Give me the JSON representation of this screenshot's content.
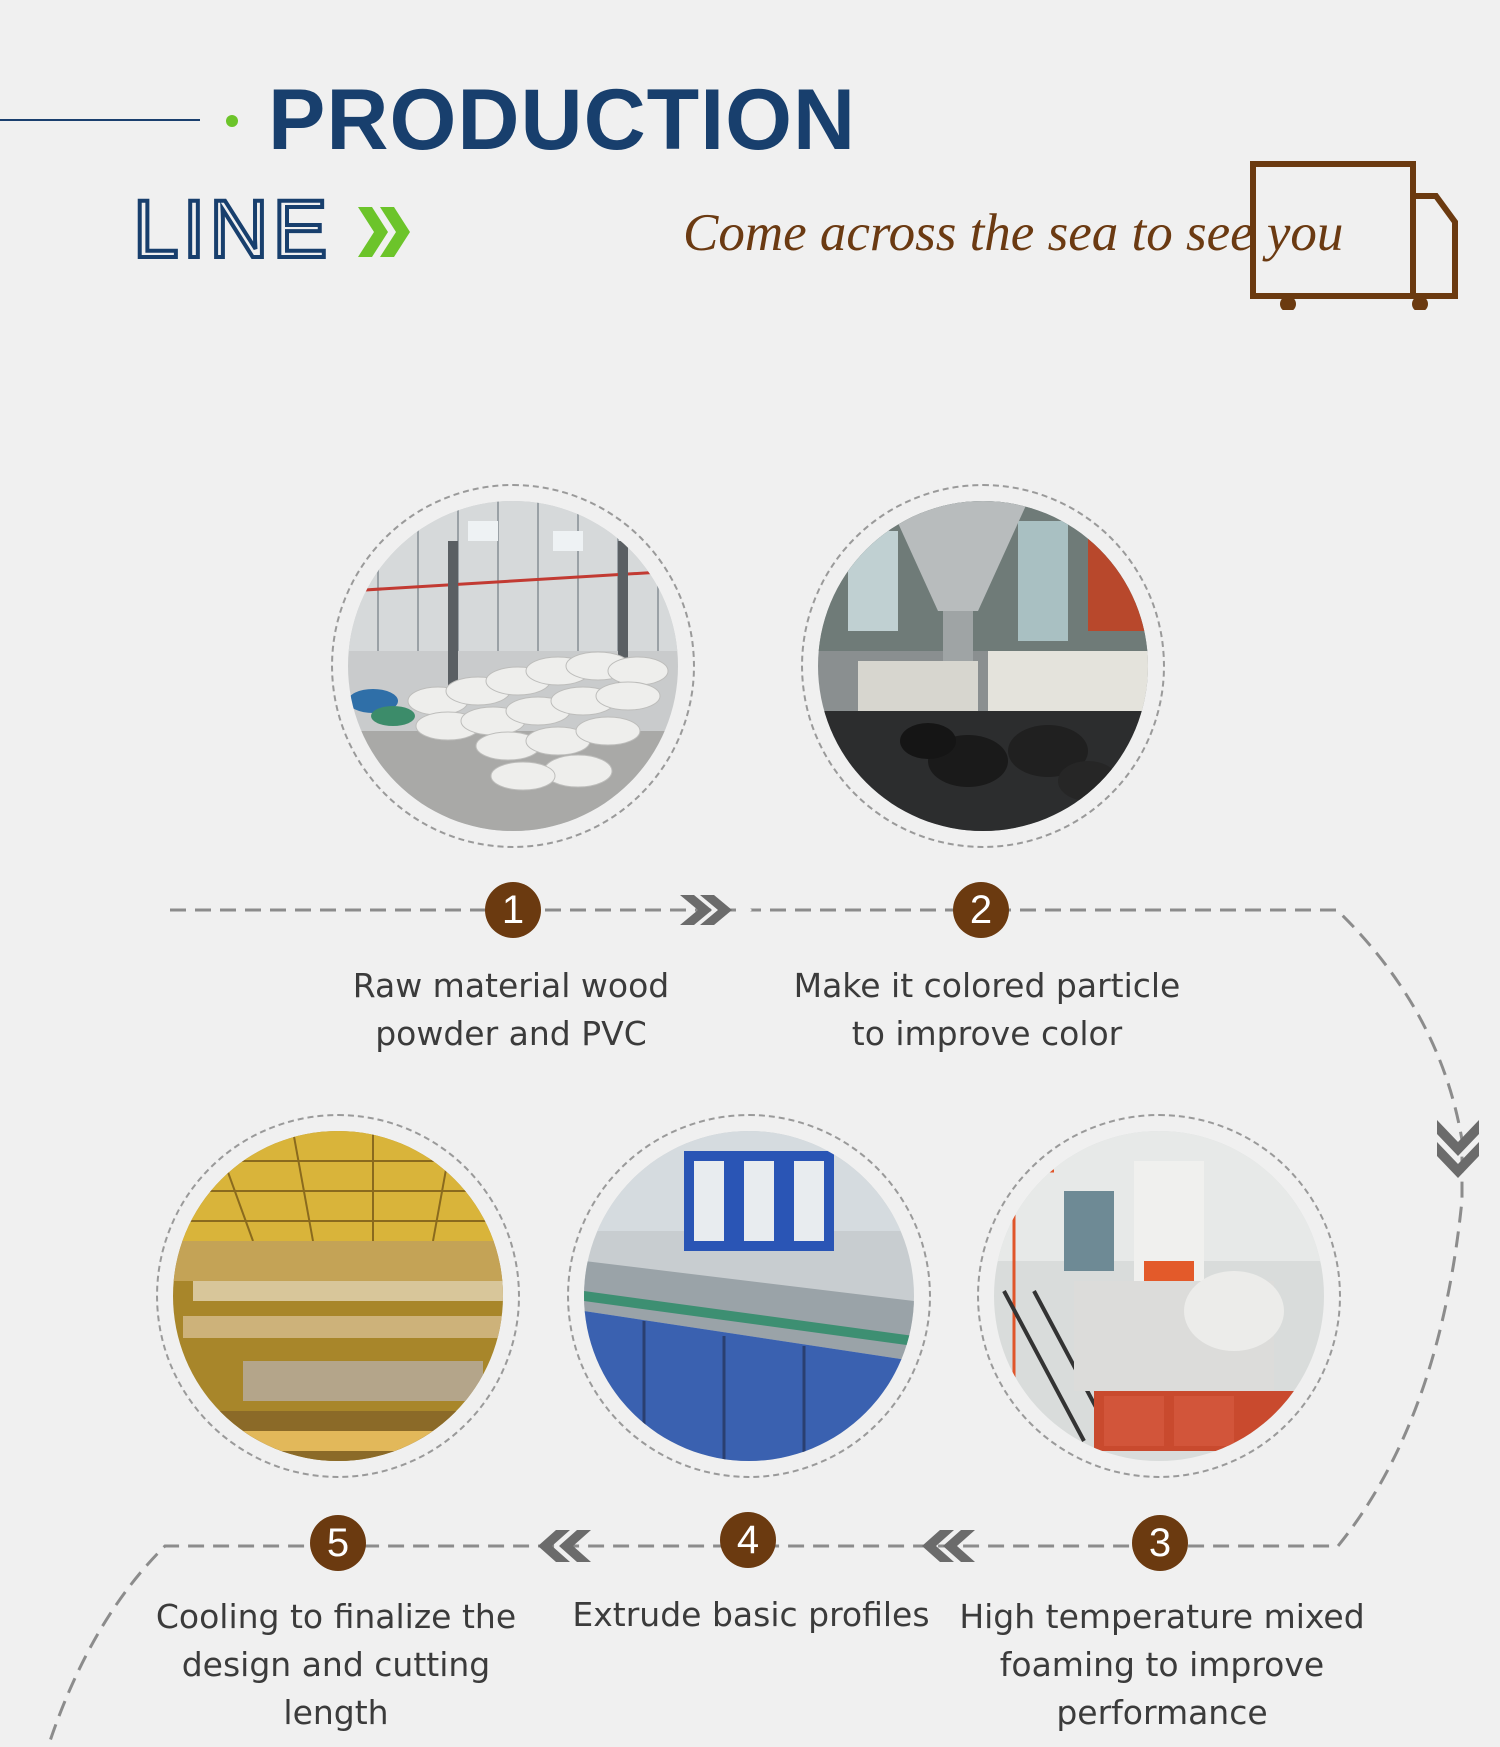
{
  "header": {
    "title_line1": "PRODUCTION",
    "title_line2": "LINE",
    "tagline": "Come across the sea to see you",
    "accent_green": "#6cc42a",
    "title_color": "#183f6d",
    "brown": "#6b3a10"
  },
  "steps": [
    {
      "number": "1",
      "caption": "Raw material wood powder and PVC",
      "photo": "warehouse-bags-photo"
    },
    {
      "number": "2",
      "caption": "Make it colored particle to improve color",
      "photo": "hopper-mixer-photo"
    },
    {
      "number": "3",
      "caption": "High temperature mixed foaming to improve performance",
      "photo": "hot-mixer-photo"
    },
    {
      "number": "4",
      "caption": "Extrude basic profiles",
      "photo": "extruder-line-photo"
    },
    {
      "number": "5",
      "caption": "Cooling to finalize the design and cutting length",
      "photo": "cooling-hall-photo"
    }
  ],
  "icons": {
    "title_arrow": "double-chevron-right-icon",
    "truck": "delivery-truck-icon",
    "flow_right": "double-chevron-right-icon",
    "flow_down": "double-chevron-down-icon",
    "flow_left": "double-chevron-left-icon"
  }
}
